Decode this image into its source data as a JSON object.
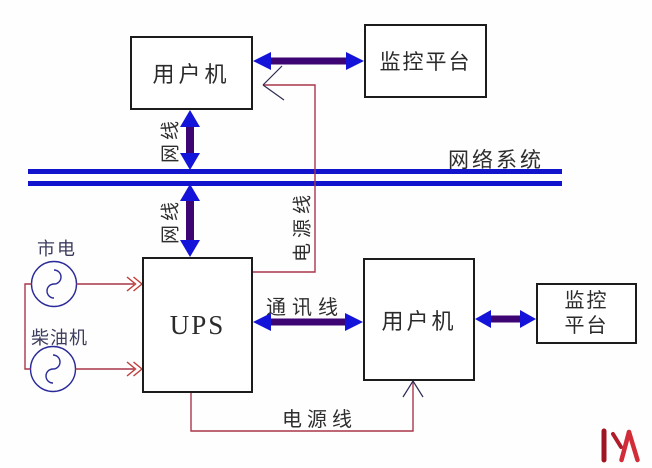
{
  "diagram": {
    "title_hint": "UPS monitoring network diagram",
    "boxes": {
      "user_top": "用户机",
      "monitor_top": "监控平台",
      "ups": "UPS",
      "user_bottom": "用户机",
      "monitor_bottom_line1": "监控",
      "monitor_bottom_line2": "平台"
    },
    "labels": {
      "network_system": "网络系统",
      "net_cable_top": "网线",
      "net_cable_bottom": "网线",
      "power_cable_vertical": "电源线",
      "comm_cable": "通讯线",
      "power_cable_bottom": "电源线",
      "mains": "市电",
      "diesel": "柴油机"
    },
    "colors": {
      "arrow_shaft_purple": "#3d0473",
      "arrow_head_blue": "#1313d9",
      "network_bus_blue": "#1113cd",
      "power_line_red": "#a8374a",
      "chevron_red": "#c23b3b",
      "thin_arrowhead_navy": "#2c2c55",
      "source_symbol_navy": "#2a2a99",
      "box_border": "#1c1c1c",
      "logo_dark_red": "#9e1423",
      "logo_bright_red": "#d22c38"
    }
  }
}
